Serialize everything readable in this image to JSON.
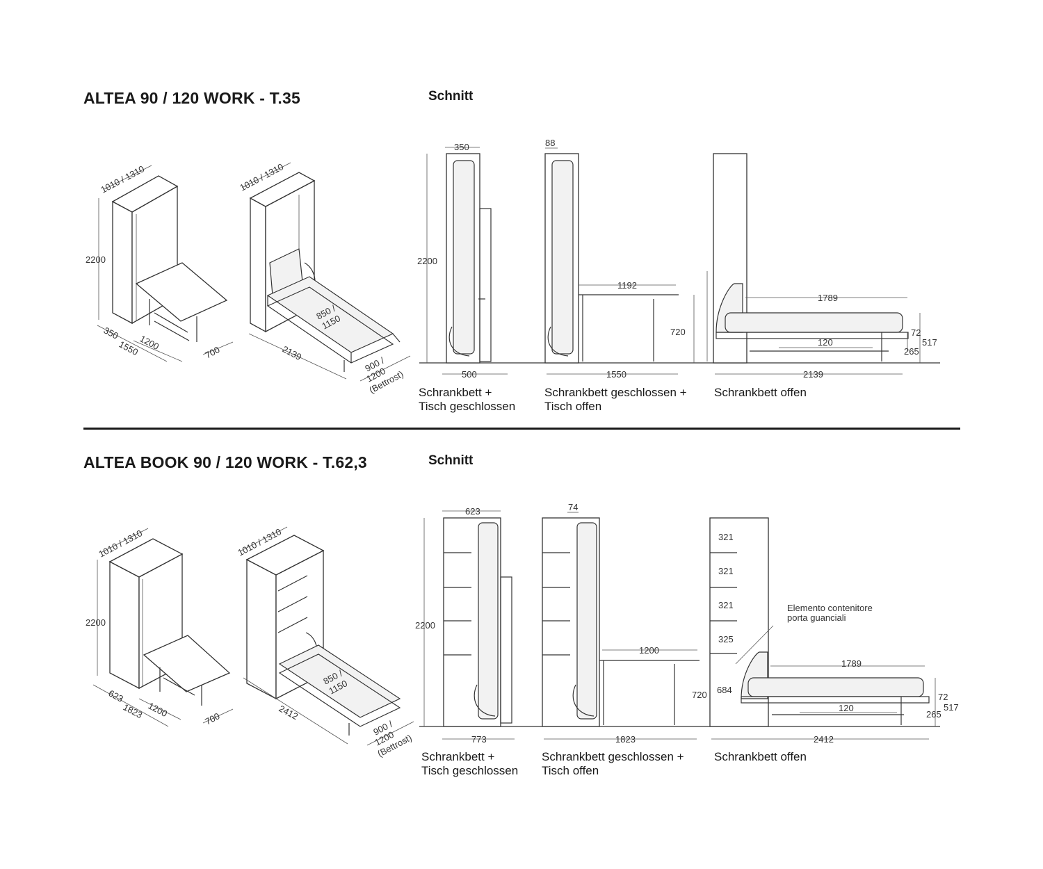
{
  "top": {
    "title": "ALTEA 90 / 120 WORK - T.35",
    "section_label": "Schnitt",
    "iso1": {
      "width": "1010 / 1310",
      "height": "2200",
      "depth": "350",
      "depth_open": "1550",
      "table_w": "1200",
      "table_d": "700"
    },
    "iso2": {
      "width": "1010 / 1310",
      "mattress": [
        "850 /",
        "1150"
      ],
      "length": "2139",
      "frame": [
        "900 /",
        "1200",
        "(Bettrost)"
      ]
    },
    "sec1": {
      "top": "350",
      "height": "2200",
      "bottom": "500",
      "caption": [
        "Schrankbett +",
        "Tisch geschlossen"
      ]
    },
    "sec2": {
      "top": "88",
      "table": "1192",
      "table_h": "720",
      "bottom": "1550",
      "caption": [
        "Schrankbett geschlossen +",
        "Tisch offen"
      ]
    },
    "sec3": {
      "bed": "1789",
      "gap": "120",
      "d72": "72",
      "d517": "517",
      "d265": "265",
      "bottom": "2139",
      "caption": [
        "Schrankbett offen"
      ]
    }
  },
  "bottom": {
    "title": "ALTEA BOOK 90 / 120 WORK - T.62,3",
    "section_label": "Schnitt",
    "iso1": {
      "width": "1010 / 1310",
      "height": "2200",
      "depth": "623",
      "depth_open": "1823",
      "table_w": "1200",
      "table_d": "700"
    },
    "iso2": {
      "width": "1010 / 1310",
      "mattress": [
        "850 /",
        "1150"
      ],
      "length": "2412",
      "frame": [
        "900 /",
        "1200",
        "(Bettrost)"
      ]
    },
    "sec1": {
      "top": "623",
      "height": "2200",
      "bottom": "773",
      "caption": [
        "Schrankbett +",
        "Tisch geschlossen"
      ]
    },
    "sec2": {
      "top": "74",
      "table": "1200",
      "table_h": "720",
      "bottom": "1823",
      "caption": [
        "Schrankbett geschlossen +",
        "Tisch offen"
      ]
    },
    "sec3": {
      "shelves": [
        "321",
        "321",
        "321",
        "325",
        "684"
      ],
      "note": [
        "Elemento contenitore",
        "porta guanciali"
      ],
      "bed": "1789",
      "gap": "120",
      "d72": "72",
      "d517": "517",
      "d265": "265",
      "bottom": "2412",
      "caption": [
        "Schrankbett offen"
      ]
    }
  }
}
